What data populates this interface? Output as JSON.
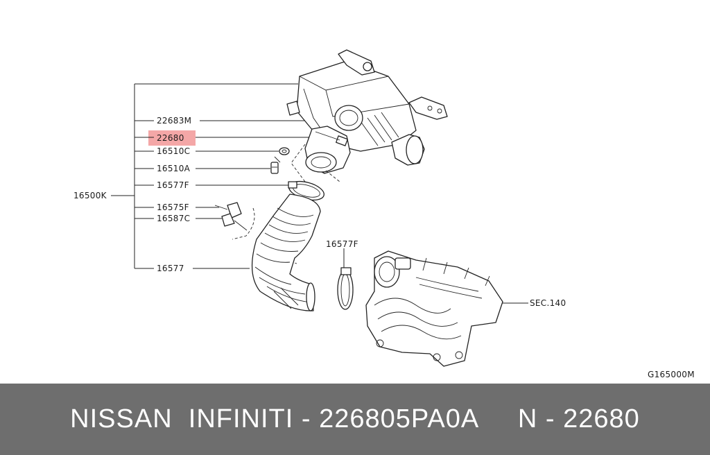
{
  "callouts": {
    "main_group": "16500K",
    "c1": "22683M",
    "c2": "22680",
    "c3": "16510C",
    "c4": "16510A",
    "c5": "16577F",
    "c6": "16575F",
    "c7": "16587C",
    "c8": "16577",
    "c9": "16577F",
    "c10": "SEC.140"
  },
  "figure_code": "G165000M",
  "highlight_color": "#f08a8a",
  "footer": {
    "text": "NISSAN  INFINITI - 226805PA0A     N - 22680"
  }
}
